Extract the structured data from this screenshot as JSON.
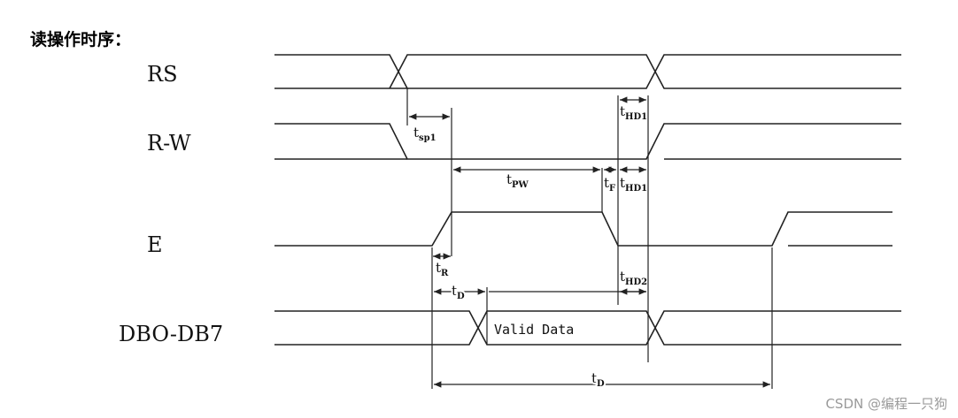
{
  "title": "读操作时序：",
  "signals": {
    "rs": "RS",
    "rw": "R-W",
    "e": "E",
    "db": "DBO-DB7"
  },
  "timing": {
    "t_sp1": {
      "main": "t",
      "sub": "sp1"
    },
    "t_hd1_top": {
      "main": "t",
      "sub": "HD1"
    },
    "t_pw": {
      "main": "t",
      "sub": "PW"
    },
    "t_f": {
      "main": "t",
      "sub": "F"
    },
    "t_hd1_mid": {
      "main": "t",
      "sub": "HD1"
    },
    "t_r": {
      "main": "t",
      "sub": "R"
    },
    "t_d_short": {
      "main": "t",
      "sub": "D"
    },
    "t_hd2": {
      "main": "t",
      "sub": "HD2"
    },
    "t_d_long": {
      "main": "t",
      "sub": "D"
    }
  },
  "data_label": "Valid Data",
  "watermark": "CSDN @编程一只狗"
}
